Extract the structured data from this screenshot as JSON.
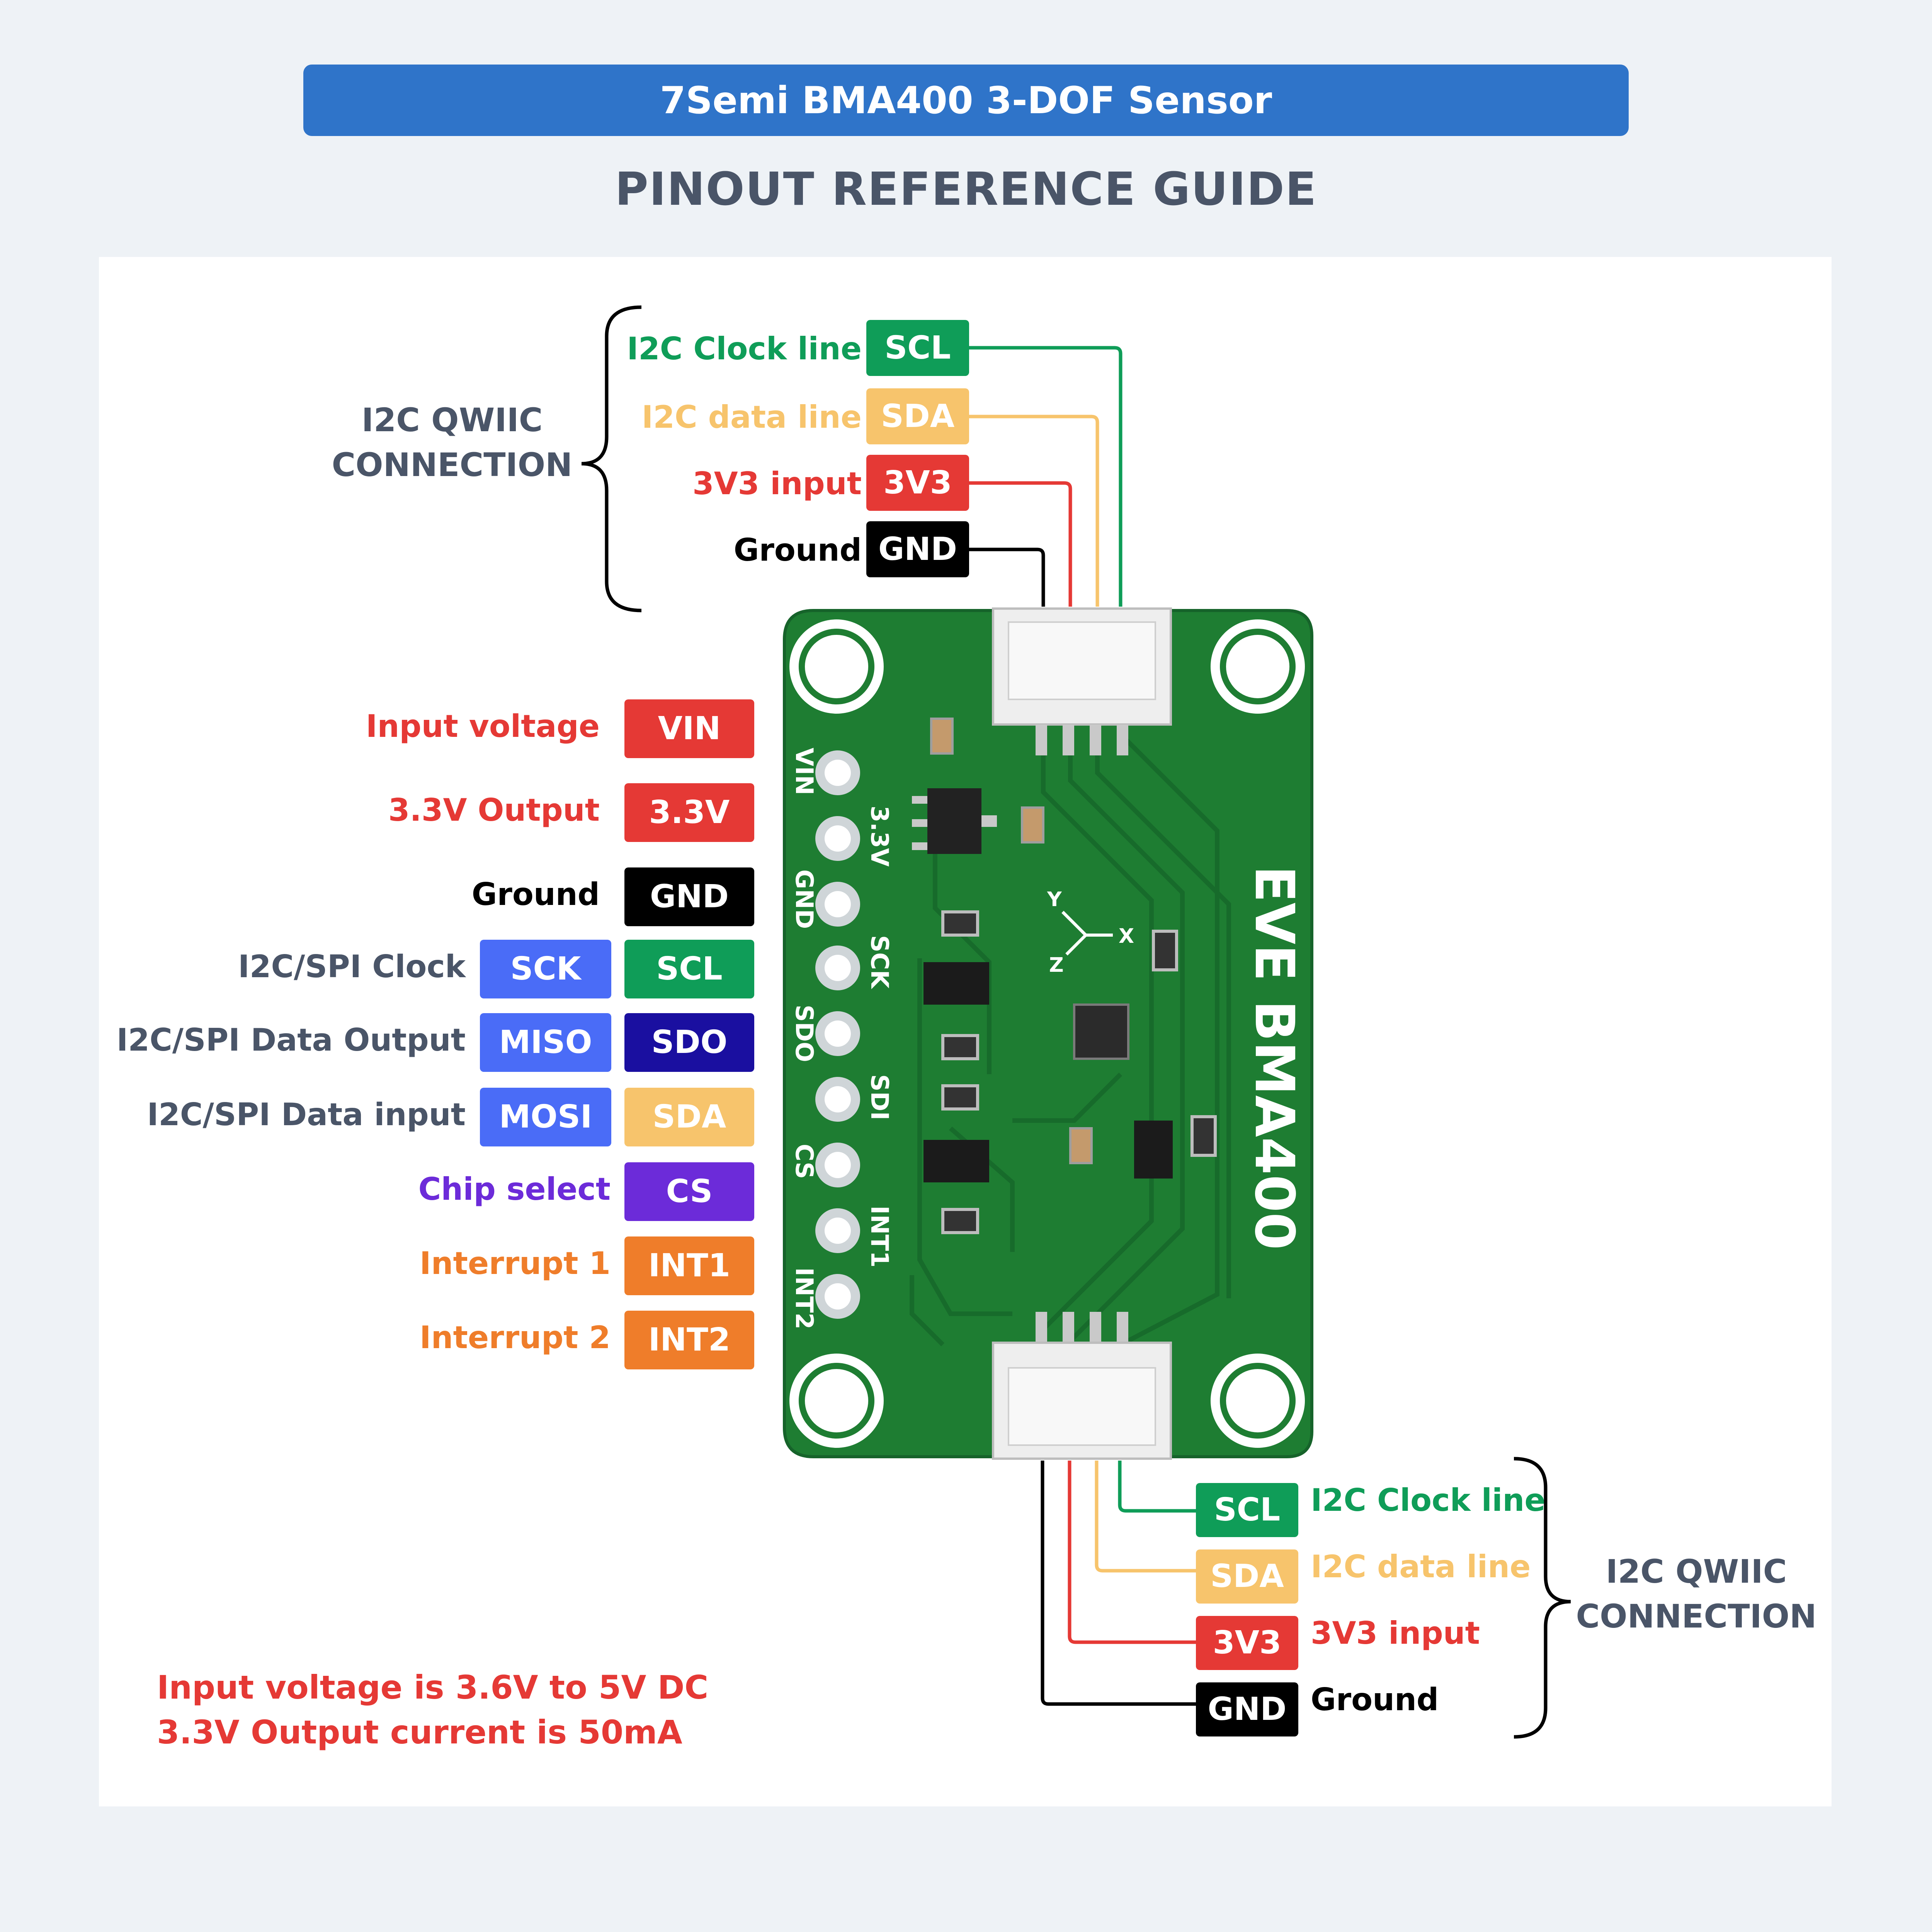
{
  "title": "7Semi BMA400 3-DOF Sensor",
  "subtitle": "PINOUT REFERENCE GUIDE",
  "colors": {
    "green": "#0f9d58",
    "yellow": "#f7c46c",
    "red": "#e53935",
    "black": "#000000",
    "blue": "#4a6cf7",
    "navy": "#1a0fa0",
    "purple": "#6c2bd9",
    "orange": "#ef7d2a",
    "group_label": "#4a5568",
    "pcb": "#1e7d32"
  },
  "qwiic_top": {
    "group_label_line1": "I2C QWIIC",
    "group_label_line2": "CONNECTION",
    "pins": [
      {
        "label": "I2C Clock line",
        "box": "SCL",
        "color": "#0f9d58"
      },
      {
        "label": "I2C data line",
        "box": "SDA",
        "color": "#f7c46c"
      },
      {
        "label": "3V3 input",
        "box": "3V3",
        "color": "#e53935"
      },
      {
        "label": "Ground",
        "box": "GND",
        "color": "#000000"
      }
    ]
  },
  "qwiic_bottom": {
    "group_label_line1": "I2C QWIIC",
    "group_label_line2": "CONNECTION",
    "pins": [
      {
        "label": "I2C Clock line",
        "box": "SCL",
        "color": "#0f9d58"
      },
      {
        "label": "I2C data line",
        "box": "SDA",
        "color": "#f7c46c"
      },
      {
        "label": "3V3 input",
        "box": "3V3",
        "color": "#e53935"
      },
      {
        "label": "Ground",
        "box": "GND",
        "color": "#000000"
      }
    ]
  },
  "header_pins": [
    {
      "label": "Input voltage",
      "label_color": "#e53935",
      "box": "VIN",
      "box_color": "#e53935"
    },
    {
      "label": "3.3V Output",
      "label_color": "#e53935",
      "box": "3.3V",
      "box_color": "#e53935"
    },
    {
      "label": "Ground",
      "label_color": "#000000",
      "box": "GND",
      "box_color": "#000000"
    },
    {
      "label": "I2C/SPI Clock",
      "label_color": "#4a5568",
      "alt": "SCK",
      "alt_color": "#4a6cf7",
      "box": "SCL",
      "box_color": "#0f9d58"
    },
    {
      "label": "I2C/SPI Data Output",
      "label_color": "#4a5568",
      "alt": "MISO",
      "alt_color": "#4a6cf7",
      "box": "SDO",
      "box_color": "#1a0fa0"
    },
    {
      "label": "I2C/SPI Data input",
      "label_color": "#4a5568",
      "alt": "MOSI",
      "alt_color": "#4a6cf7",
      "box": "SDA",
      "box_color": "#f7c46c"
    },
    {
      "label": "Chip select",
      "label_color": "#6c2bd9",
      "box": "CS",
      "box_color": "#6c2bd9"
    },
    {
      "label": "Interrupt 1",
      "label_color": "#ef7d2a",
      "box": "INT1",
      "box_color": "#ef7d2a"
    },
    {
      "label": "Interrupt 2",
      "label_color": "#ef7d2a",
      "box": "INT2",
      "box_color": "#ef7d2a"
    }
  ],
  "board": {
    "silk_name": "EVE BMA400",
    "silk_pins": [
      "VIN",
      "3.3V",
      "GND",
      "SCK",
      "SDO",
      "SDI",
      "CS",
      "INT1",
      "INT2"
    ],
    "axis_x": "X",
    "axis_y": "Y",
    "axis_z": "Z"
  },
  "notes": {
    "line1": "Input voltage is 3.6V to 5V DC",
    "line2": "3.3V Output current is 50mA"
  }
}
